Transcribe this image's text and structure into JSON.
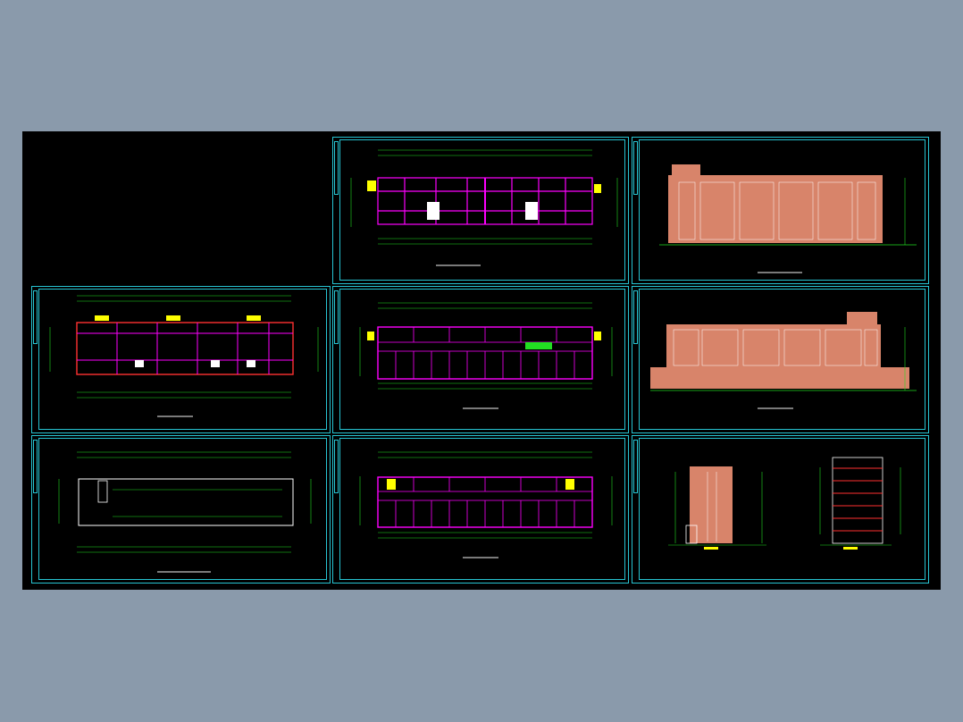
{
  "window": {
    "background": "#8a9aab",
    "canvas": "#000000"
  },
  "colors": {
    "frame": "#27c4d2",
    "grid": "#ff00ff",
    "dim": "#22dd22",
    "wall": "#ff3030",
    "highlight": "#ffff00",
    "facade": "#d8846a",
    "window_line": "#ffffff"
  },
  "sheets": [
    {
      "id": "first-floor-plan",
      "kind": "plan"
    },
    {
      "id": "second-floor-plan",
      "kind": "plan"
    },
    {
      "id": "typical-floor-plan",
      "kind": "plan"
    },
    {
      "id": "roof-plan",
      "kind": "plan"
    },
    {
      "id": "basement-plan",
      "kind": "plan"
    },
    {
      "id": "front-elevation",
      "kind": "elevation"
    },
    {
      "id": "rear-elevation",
      "kind": "elevation"
    },
    {
      "id": "side-elevation-and-section",
      "kind": "section"
    }
  ]
}
